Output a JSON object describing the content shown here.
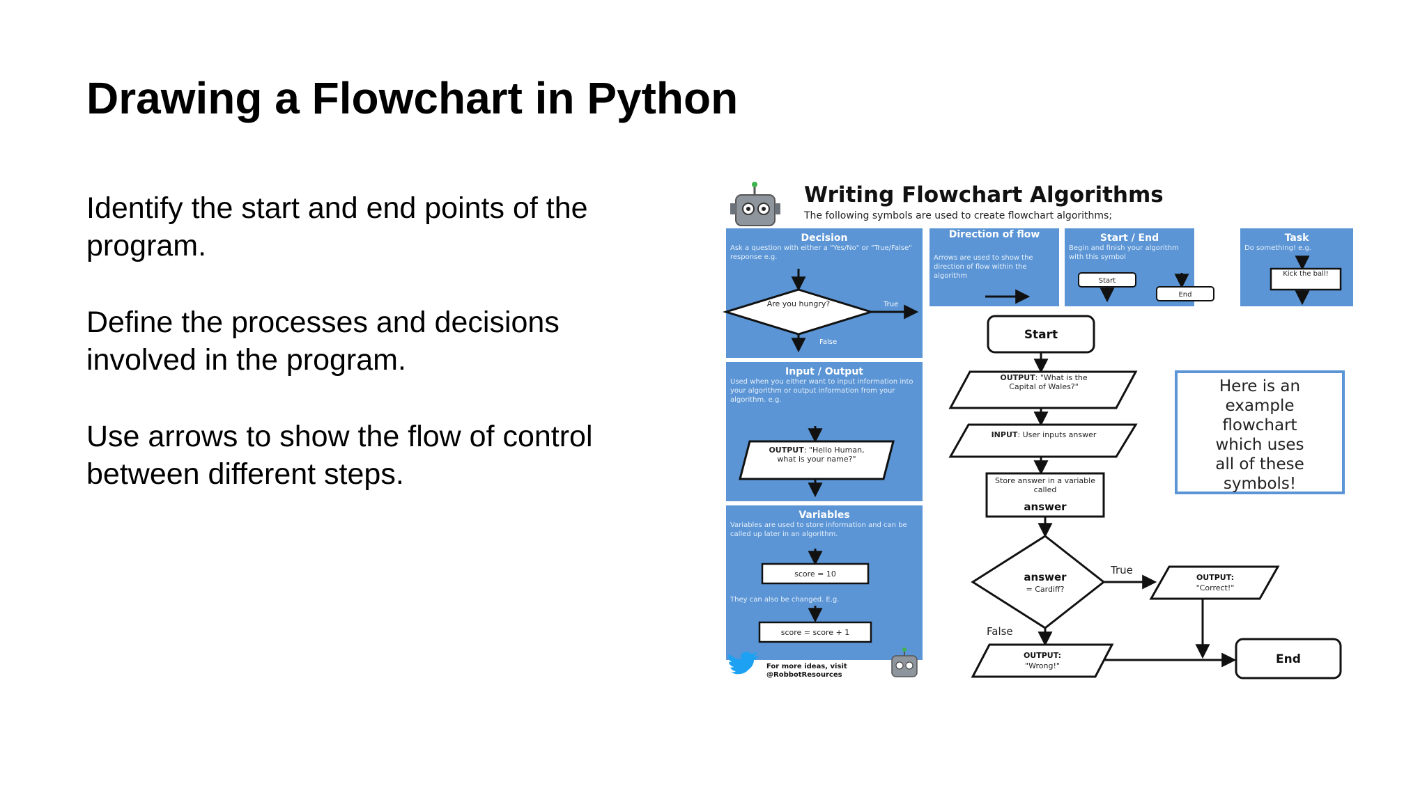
{
  "slide": {
    "title": "Drawing a Flowchart in Python",
    "bullets": [
      "Identify the start and end points of the program.",
      "Define the processes and decisions involved in the program.",
      "Use arrows to show the flow of control between different steps."
    ]
  },
  "infographic": {
    "title": "Writing Flowchart Algorithms",
    "subtitle": "The following symbols are used to create flowchart algorithms;",
    "accent_color": "#5b95d5",
    "panels": {
      "decision": {
        "heading": "Decision",
        "desc": "Ask a question with either a \"Yes/No\" or \"True/False\" response e.g.",
        "shape_text": "Are you hungry?",
        "true_label": "True",
        "false_label": "False"
      },
      "direction": {
        "heading": "Direction of flow",
        "desc": "Arrows are used to show the direction of flow within the algorithm"
      },
      "start_end": {
        "heading": "Start / End",
        "desc": "Begin and finish your algorithm with this symbol",
        "start_label": "Start",
        "end_label": "End"
      },
      "task": {
        "heading": "Task",
        "desc": "Do something! e.g.",
        "box_text": "Kick the ball!"
      },
      "input_output": {
        "heading": "Input / Output",
        "desc": "Used when you either want to input information into your algorithm or output information from your algorithm. e.g.",
        "shape_bold": "OUTPUT",
        "shape_text": ": \"Hello Human, what is your name?\""
      },
      "variables": {
        "heading": "Variables",
        "desc": "Variables are used to store information and can be called up later in an algorithm.",
        "box1": "score = 10",
        "between": "They can also be changed. E.g.",
        "box2": "score = score + 1"
      }
    },
    "example": {
      "start": "Start",
      "output1_bold": "OUTPUT",
      "output1_text": ": \"What is the Capital of Wales?\"",
      "input_bold": "INPUT",
      "input_text": ": User inputs answer",
      "store_text": "Store answer in a variable called",
      "store_var": "answer",
      "decision_var": "answer",
      "decision_text": "= Cardiff?",
      "true_label": "True",
      "false_label": "False",
      "correct_bold": "OUTPUT:",
      "correct_text": "\"Correct!\"",
      "wrong_bold": "OUTPUT:",
      "wrong_text": "\"Wrong!\"",
      "end": "End"
    },
    "callout": [
      "Here is an",
      "example",
      "flowchart",
      "which uses",
      "all of these",
      "symbols!"
    ],
    "footer": {
      "line1": "For more ideas, visit",
      "line2": "@RobbotResources"
    },
    "icons": [
      "robot-mascot-icon",
      "twitter-bird-icon"
    ]
  }
}
